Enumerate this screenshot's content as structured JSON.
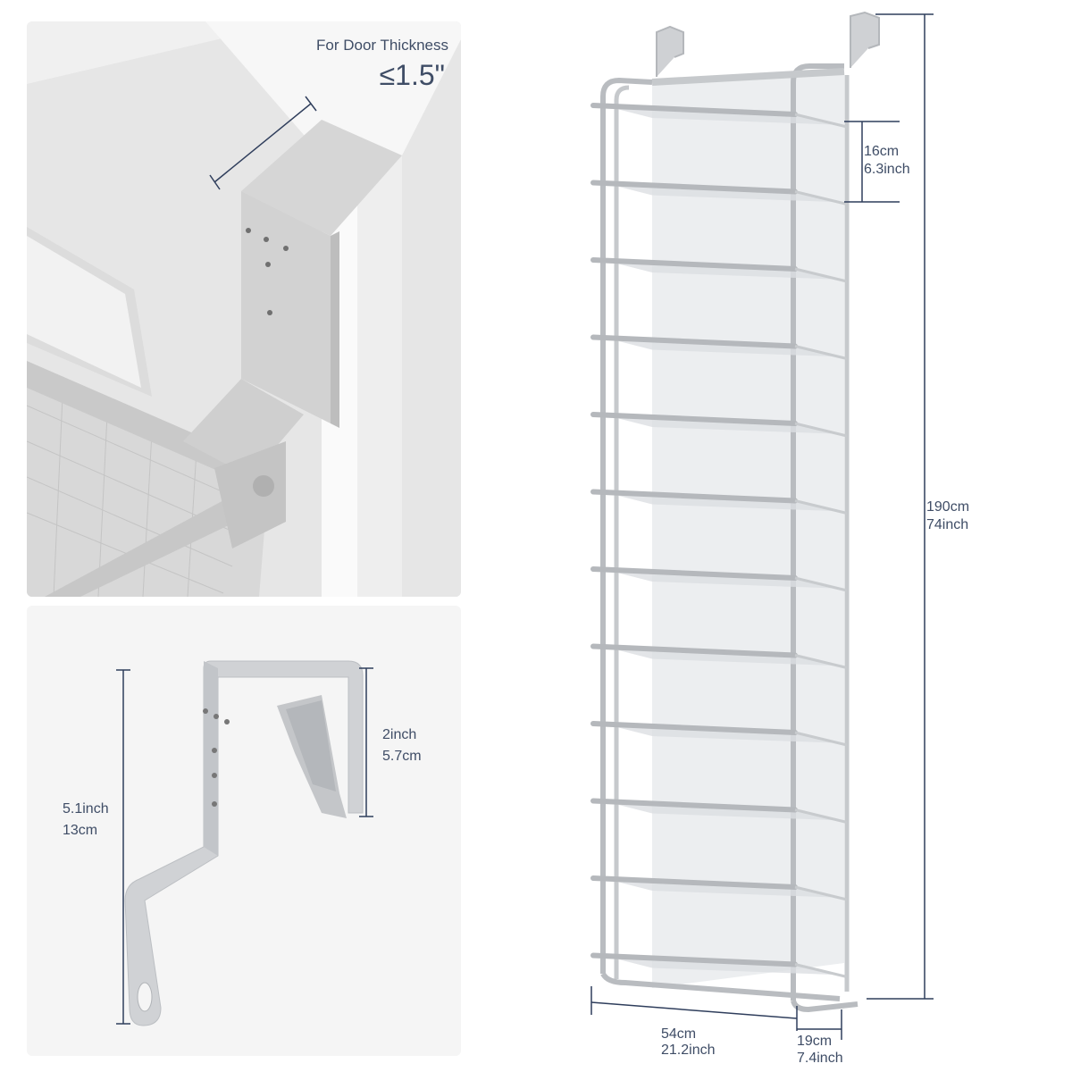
{
  "detail_view": {
    "caption": "For Door Thickness",
    "value": "≤1.5\""
  },
  "hook_view": {
    "height_inch": "5.1inch",
    "height_cm": "13cm",
    "depth_inch": "2inch",
    "depth_cm": "5.7cm"
  },
  "rack_view": {
    "shelf_gap_cm": "16cm",
    "shelf_gap_inch": "6.3inch",
    "height_cm": "190cm",
    "height_inch": "74inch",
    "width_cm": "54cm",
    "width_inch": "21.2inch",
    "depth_cm": "19cm",
    "depth_inch": "7.4inch",
    "shelf_count": 12
  },
  "colors": {
    "dimension_line": "#2f3e5c",
    "frame": "#b9bcc0",
    "mesh": "#e8eaec",
    "hook": "#cfd1d4"
  }
}
